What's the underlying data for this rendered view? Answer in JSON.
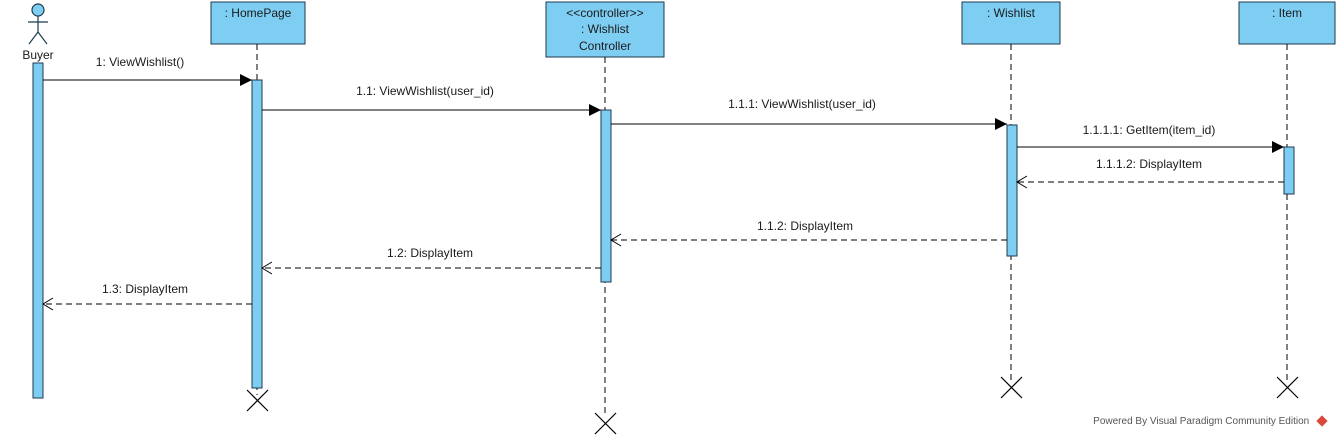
{
  "actor": {
    "label": "Buyer"
  },
  "lifelines": {
    "homepage": {
      "lines": [
        ": HomePage"
      ]
    },
    "controller": {
      "lines": [
        "<<controller>>",
        ": Wishlist",
        "Controller"
      ]
    },
    "wishlist": {
      "lines": [
        ": Wishlist"
      ]
    },
    "item": {
      "lines": [
        ": Item"
      ]
    }
  },
  "messages": {
    "m1": "1: ViewWishlist()",
    "m11": "1.1: ViewWishlist(user_id)",
    "m111": "1.1.1: ViewWishlist(user_id)",
    "m1111": "1.1.1.1: GetItem(item_id)",
    "m1112": "1.1.1.2: DisplayItem",
    "m112": "1.1.2: DisplayItem",
    "m12": "1.2: DisplayItem",
    "m13": "1.3: DisplayItem"
  },
  "footer": {
    "powered_by": "Powered By",
    "edition": "Visual Paradigm Community Edition"
  },
  "colors": {
    "fill": "#7ecef4",
    "stroke": "#1e3a4c",
    "line": "#000000"
  }
}
